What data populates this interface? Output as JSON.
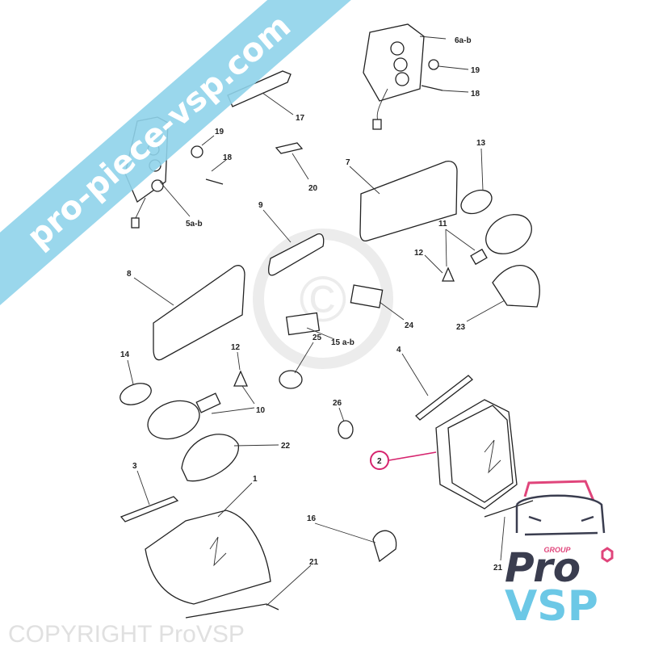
{
  "diagram": {
    "labels": {
      "l6ab": "6a-b",
      "l19a": "19",
      "l18a": "18",
      "l17": "17",
      "l19b": "19",
      "l18b": "18",
      "l20": "20",
      "l7": "7",
      "l13": "13",
      "l5ab": "5a-b",
      "l9": "9",
      "l11": "11",
      "l12a": "12",
      "l8": "8",
      "l24": "24",
      "l23": "23",
      "l15ab": "15 a-b",
      "l14": "14",
      "l12b": "12",
      "l25": "25",
      "l4": "4",
      "l10": "10",
      "l26": "26",
      "l22": "22",
      "l2": "2",
      "l3": "3",
      "l1": "1",
      "l16": "16",
      "l21a": "21",
      "l21b": "21"
    },
    "highlight_color": "#d6246e"
  },
  "watermark": {
    "text": "pro-piece-vsp.com",
    "band_color": "#8fd3ea"
  },
  "copyright": {
    "symbol": "©",
    "text": "COPYRIGHT ProVSP"
  },
  "logo": {
    "group": "GROUP",
    "pro": "Pro",
    "vsp": "VSP",
    "colors": {
      "dark": "#3a3d4f",
      "light": "#6cc8e6",
      "pink": "#e0457b"
    }
  }
}
